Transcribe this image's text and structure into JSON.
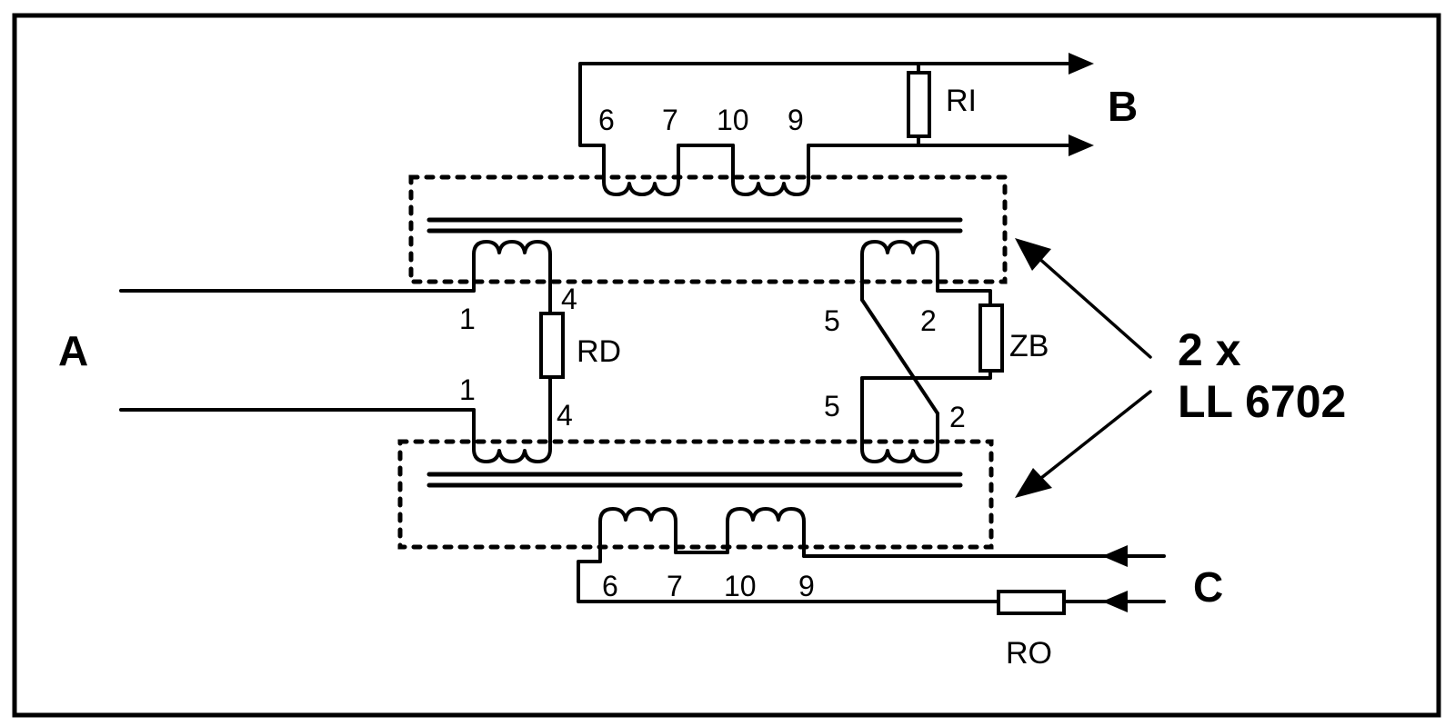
{
  "diagram": {
    "type": "transformer wiring schematic",
    "ports": {
      "A": "A",
      "B": "B",
      "C": "C"
    },
    "components": {
      "RI": "RI",
      "RD": "RD",
      "ZB": "ZB",
      "RO": "RO"
    },
    "part_label": {
      "line1": "2 x",
      "line2": "LL 6702"
    },
    "upper_transformer": {
      "secondary_pins": [
        "6",
        "7",
        "10",
        "9"
      ],
      "primary_left_pins": [
        "1",
        "4"
      ],
      "primary_right_pins": [
        "5",
        "2"
      ]
    },
    "lower_transformer": {
      "secondary_pins": [
        "6",
        "7",
        "10",
        "9"
      ],
      "primary_left_pins": [
        "1",
        "4"
      ],
      "primary_right_pins": [
        "5",
        "2"
      ]
    }
  }
}
